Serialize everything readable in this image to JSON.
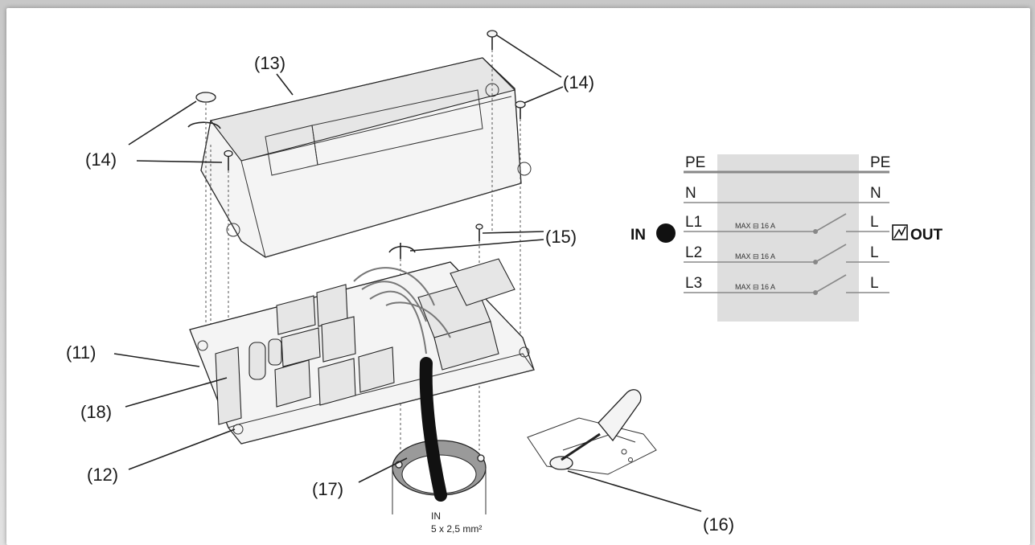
{
  "callouts": {
    "c13": "(13)",
    "c14a": "(14)",
    "c14b": "(14)",
    "c15": "(15)",
    "c11": "(11)",
    "c18": "(18)",
    "c12": "(12)",
    "c17": "(17)",
    "c16": "(16)"
  },
  "cable_label": {
    "line1": "IN",
    "line2": "5 x 2,5 mm²"
  },
  "wiring": {
    "left_terminals": [
      "PE",
      "N",
      "L1",
      "L2",
      "L3"
    ],
    "right_terminals": [
      "PE",
      "N",
      "L",
      "L",
      "L"
    ],
    "fuse_labels": [
      "MAX ⊟ 16 A",
      "MAX ⊟ 16 A",
      "MAX ⊟ 16 A"
    ],
    "in_label": "IN",
    "out_label": "OUT"
  },
  "colors": {
    "box_fill": "#dedede",
    "ink": "#1a1a1a",
    "conduit_fill": "#8a8a8a"
  }
}
